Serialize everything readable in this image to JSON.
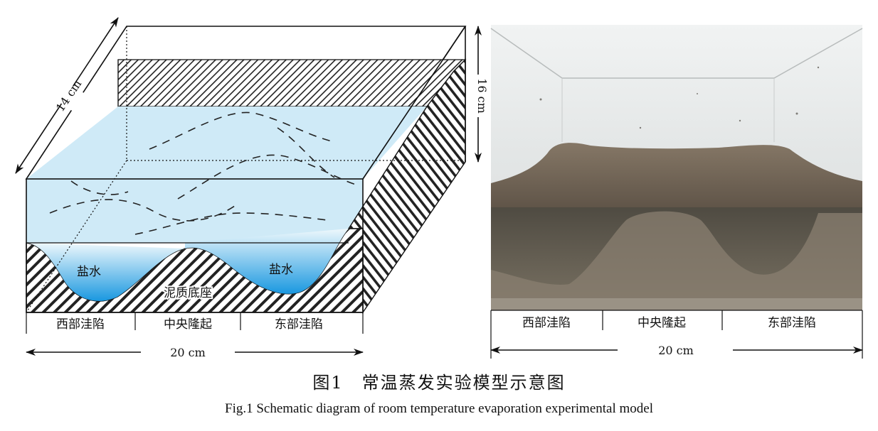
{
  "left_diagram": {
    "dim_width": "14 cm",
    "dim_height": "16 cm",
    "dim_length": "20 cm",
    "label_salt_water_left": "盐水",
    "label_salt_water_right": "盐水",
    "label_mud_base": "泥质底座",
    "region_west": "西部洼陷",
    "region_center": "中央隆起",
    "region_east": "东部洼陷"
  },
  "right_photo": {
    "region_west": "西部洼陷",
    "region_center": "中央隆起",
    "region_east": "东部洼陷",
    "dim_length": "20 cm"
  },
  "caption": {
    "chinese": "图1　常温蒸发实验模型示意图",
    "english": "Fig.1    Schematic diagram of room temperature evaporation experimental model"
  },
  "colors": {
    "water_light": "#cfe9f6",
    "water_deep": "#1f9ee3",
    "hatch": "#222222",
    "photo_wall": "#ebeeee",
    "photo_sediment": "#7b6e62",
    "photo_water": "#5e5a4f"
  }
}
